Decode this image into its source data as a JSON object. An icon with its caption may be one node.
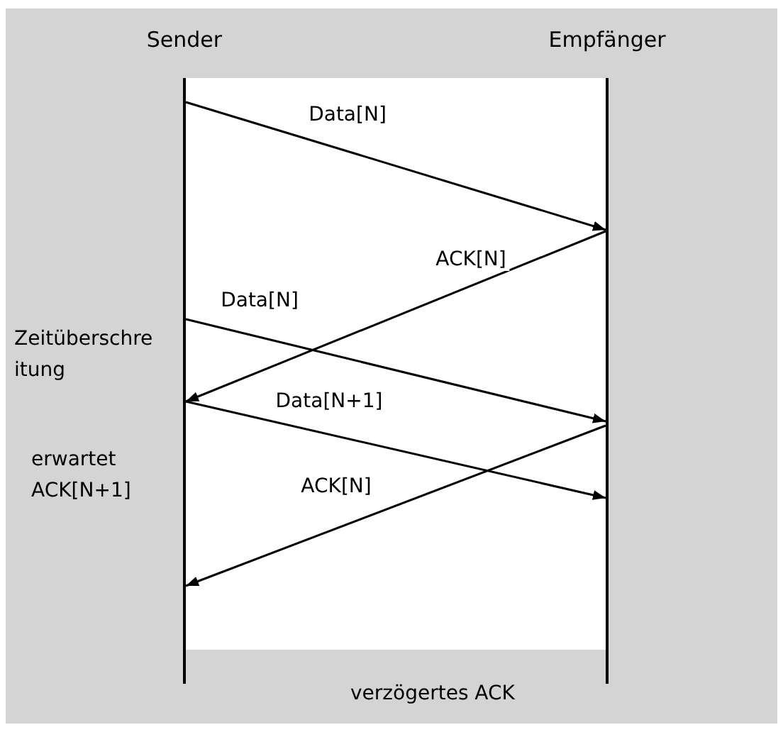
{
  "diagram": {
    "nodes": [
      {
        "text": [
          "Sender"
        ]
      },
      {
        "text": [
          "Empfänger"
        ]
      }
    ],
    "edges": [
      {
        "from": 0,
        "to": 1,
        "arrow": "to",
        "label": "Data[N]"
      },
      {
        "from": 1,
        "to": 0,
        "arrow": "to",
        "label": "ACK[N]"
      },
      {
        "from": 0,
        "to": 1,
        "arrow": "to",
        "label": "Data[N]"
      },
      {
        "from": 0,
        "to": 1,
        "arrow": "to",
        "label": "Data[N+1]"
      },
      {
        "from": 1,
        "to": 0,
        "arrow": "to",
        "label": "ACK[N]"
      }
    ],
    "labels": [
      "Zeitüberschreitung",
      "erwartet ACK[N+1]",
      "verzögertes ACK"
    ]
  }
}
